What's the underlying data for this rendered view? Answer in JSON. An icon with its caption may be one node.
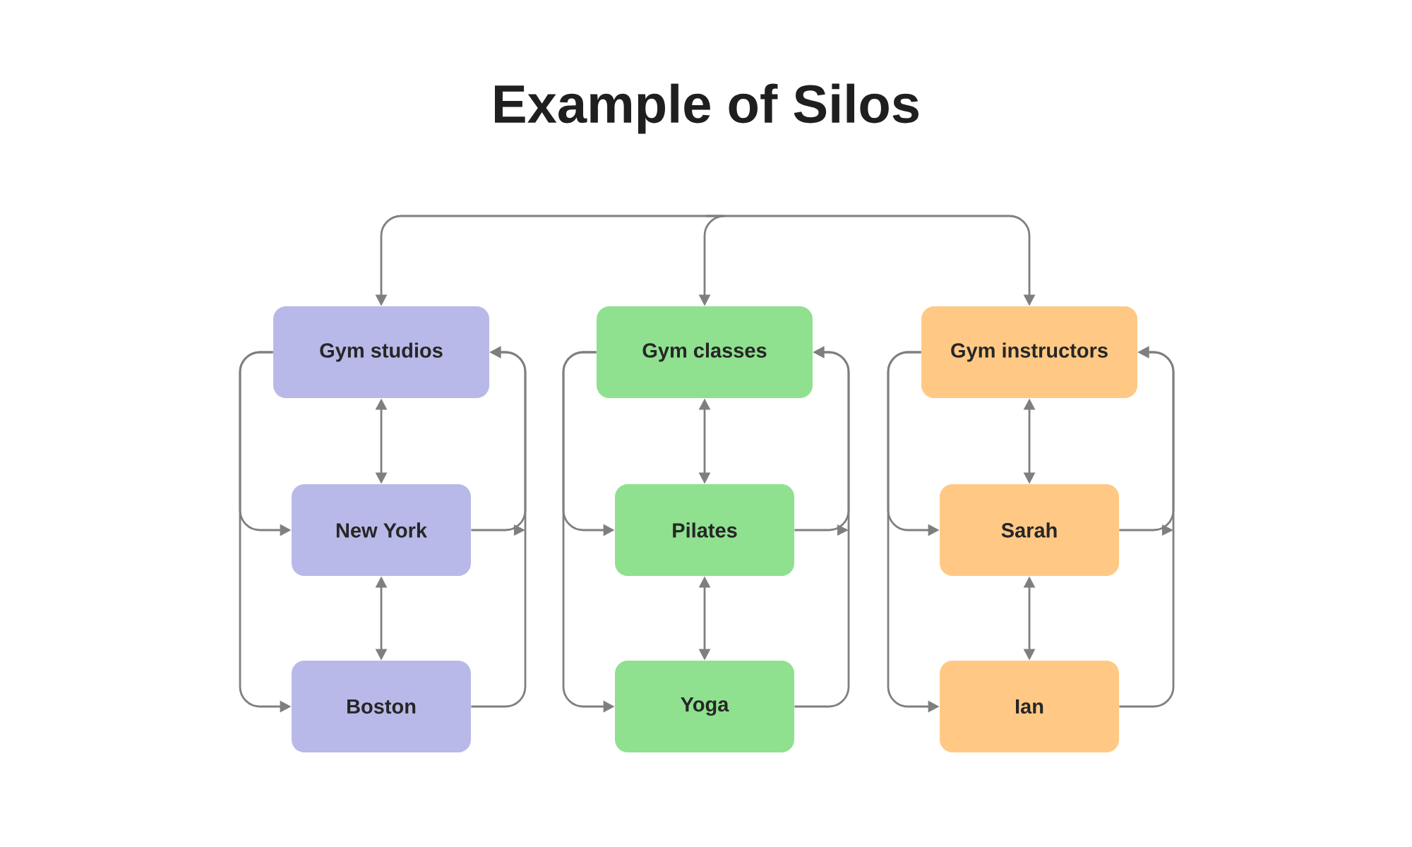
{
  "diagram": {
    "title": "Example of Silos",
    "nodes": [
      {
        "text": [
          "Gym studios"
        ]
      },
      {
        "text": [
          "New York"
        ]
      },
      {
        "text": [
          "Boston"
        ]
      },
      {
        "text": [
          "Gym classes"
        ]
      },
      {
        "text": [
          "Pilates"
        ]
      },
      {
        "text": [
          "Yoga"
        ]
      },
      {
        "text": [
          "Gym instructors"
        ]
      },
      {
        "text": [
          "Sarah"
        ]
      },
      {
        "text": [
          "Ian"
        ]
      }
    ],
    "edges": [
      {
        "from": null,
        "to": 0,
        "arrow": "to"
      },
      {
        "from": null,
        "to": 3,
        "arrow": "to"
      },
      {
        "from": null,
        "to": 6,
        "arrow": "to"
      },
      {
        "from": 0,
        "to": 1,
        "arrow": "both"
      },
      {
        "from": 1,
        "to": 2,
        "arrow": "both"
      },
      {
        "from": 0,
        "to": 1,
        "arrow": "to"
      },
      {
        "from": 0,
        "to": 2,
        "arrow": "to"
      },
      {
        "from": 1,
        "to": 0,
        "arrow": "to"
      },
      {
        "from": 2,
        "to": 0,
        "arrow": "to"
      },
      {
        "from": 3,
        "to": 4,
        "arrow": "both"
      },
      {
        "from": 4,
        "to": 5,
        "arrow": "both"
      },
      {
        "from": 3,
        "to": 4,
        "arrow": "to"
      },
      {
        "from": 3,
        "to": 5,
        "arrow": "to"
      },
      {
        "from": 4,
        "to": 3,
        "arrow": "to"
      },
      {
        "from": 5,
        "to": 3,
        "arrow": "to"
      },
      {
        "from": 6,
        "to": 7,
        "arrow": "both"
      },
      {
        "from": 7,
        "to": 8,
        "arrow": "both"
      },
      {
        "from": 6,
        "to": 7,
        "arrow": "to"
      },
      {
        "from": 6,
        "to": 8,
        "arrow": "to"
      },
      {
        "from": 7,
        "to": 6,
        "arrow": "to"
      },
      {
        "from": 8,
        "to": 6,
        "arrow": "to"
      }
    ]
  }
}
